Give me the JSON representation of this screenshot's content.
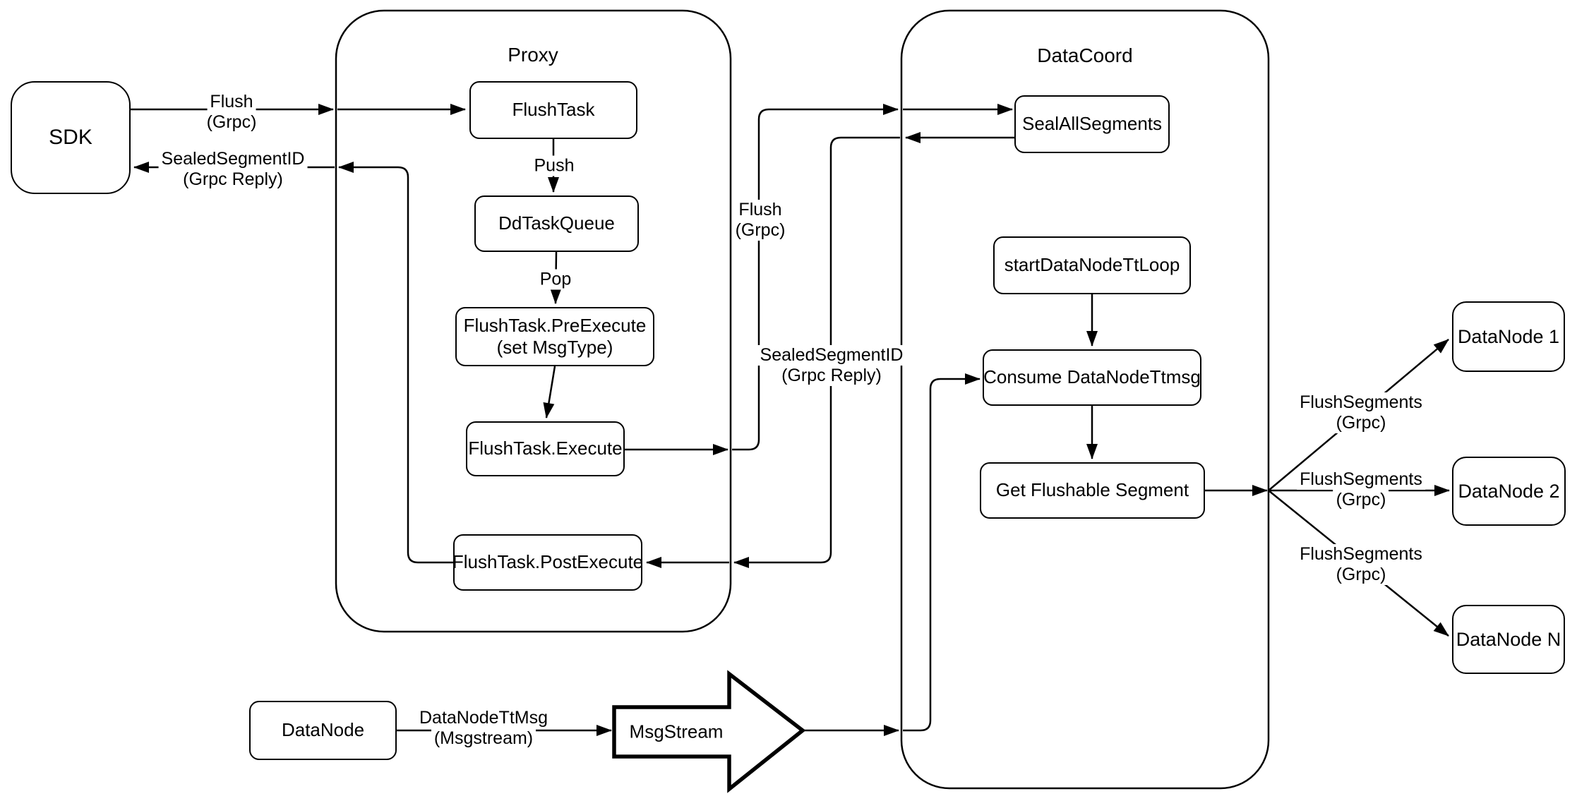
{
  "diagram": {
    "containers": {
      "proxy": {
        "title": "Proxy"
      },
      "datacoord": {
        "title": "DataCoord"
      }
    },
    "nodes": {
      "sdk": {
        "label": "SDK"
      },
      "flush_task": {
        "label": "FlushTask"
      },
      "dd_task_queue": {
        "label": "DdTaskQueue"
      },
      "pre_execute": {
        "label": "FlushTask.PreExecute",
        "label2": "(set MsgType)"
      },
      "execute": {
        "label": "FlushTask.Execute"
      },
      "post_execute": {
        "label": "FlushTask.PostExecute"
      },
      "seal_all_segments": {
        "label": "SealAllSegments"
      },
      "start_datanode_tt_loop": {
        "label": "startDataNodeTtLoop"
      },
      "consume_datanode_ttmsg": {
        "label": "Consume DataNodeTtmsg"
      },
      "get_flushable_segment": {
        "label": "Get Flushable Segment"
      },
      "datanode_1": {
        "label": "DataNode 1"
      },
      "datanode_2": {
        "label": "DataNode 2"
      },
      "datanode_n": {
        "label": "DataNode N"
      },
      "datanode": {
        "label": "DataNode"
      },
      "msgstream": {
        "label": "MsgStream"
      }
    },
    "edge_labels": {
      "flush_out": {
        "line1": "Flush",
        "line2": "(Grpc)"
      },
      "sealed_reply_out": {
        "line1": "SealedSegmentID",
        "line2": "(Grpc Reply)"
      },
      "push": {
        "line1": "Push"
      },
      "pop": {
        "line1": "Pop"
      },
      "flush_mid": {
        "line1": "Flush",
        "line2": "(Grpc)"
      },
      "sealed_reply_mid": {
        "line1": "SealedSegmentID",
        "line2": "(Grpc Reply)"
      },
      "flush_segments_1": {
        "line1": "FlushSegments",
        "line2": "(Grpc)"
      },
      "flush_segments_2": {
        "line1": "FlushSegments",
        "line2": "(Grpc)"
      },
      "flush_segments_3": {
        "line1": "FlushSegments",
        "line2": "(Grpc)"
      },
      "datanode_tt_msg": {
        "line1": "DataNodeTtMsg",
        "line2": "(Msgstream)"
      }
    },
    "colors": {
      "stroke": "#000000",
      "background": "#ffffff"
    }
  }
}
